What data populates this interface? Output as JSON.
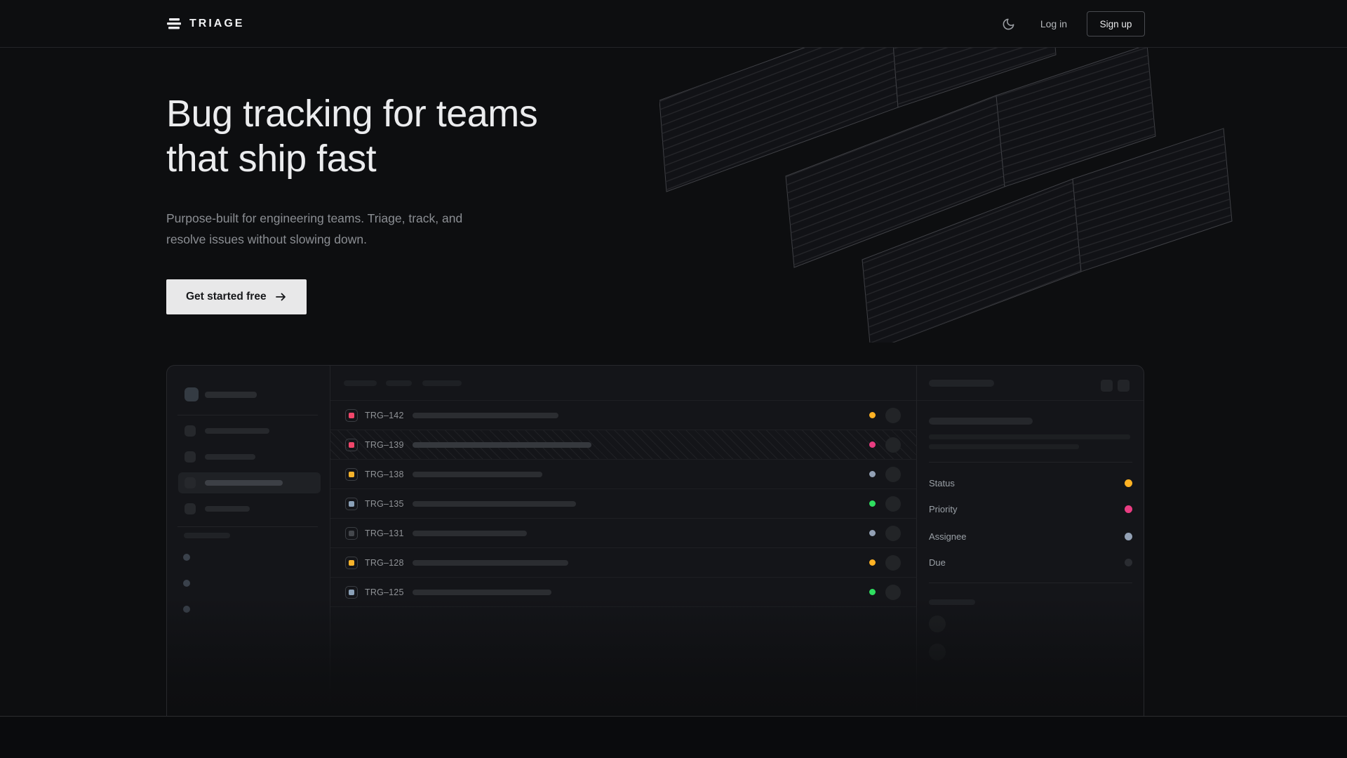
{
  "nav": {
    "brand": "TRIAGE",
    "login_label": "Log in",
    "signup_label": "Sign up"
  },
  "hero": {
    "title_line1": "Bug tracking for teams",
    "title_line2": "that ship fast",
    "subtitle_line1": "Purpose-built for engineering teams. Triage, track, and",
    "subtitle_line2": "resolve issues without slowing down.",
    "cta_label": "Get started free"
  },
  "app_preview": {
    "issues": [
      {
        "id": "TRG–142",
        "type_color": "#f0466a",
        "status_color": "#ffb224",
        "title_bar_width": 208,
        "hatched": false
      },
      {
        "id": "TRG–139",
        "type_color": "#f0466a",
        "status_color": "#e93d82",
        "title_bar_width": 255,
        "hatched": true
      },
      {
        "id": "TRG–138",
        "type_color": "#f7b32b",
        "status_color": "#93a1b5",
        "title_bar_width": 185,
        "hatched": false
      },
      {
        "id": "TRG–135",
        "type_color": "#8ba1b8",
        "status_color": "#2fdf60",
        "title_bar_width": 233,
        "hatched": false
      },
      {
        "id": "TRG–131",
        "type_color": "#44474c",
        "status_color": "#93a1b5",
        "title_bar_width": 163,
        "hatched": false
      },
      {
        "id": "TRG–128",
        "type_color": "#f7b32b",
        "status_color": "#ffb224",
        "title_bar_width": 222,
        "hatched": false
      },
      {
        "id": "TRG–125",
        "type_color": "#8ba1b8",
        "status_color": "#2fdf60",
        "title_bar_width": 198,
        "hatched": false
      }
    ],
    "detail_panel": {
      "fields": [
        {
          "label": "Status",
          "dot_color": "#ffb224"
        },
        {
          "label": "Priority",
          "dot_color": "#e93d82"
        },
        {
          "label": "Assignee",
          "dot_color": "#93a1b5"
        },
        {
          "label": "Due",
          "dot_color": "#2a2c31"
        }
      ]
    }
  },
  "colors": {
    "accent_amber": "#ffb224",
    "accent_pink": "#e93d82",
    "accent_green": "#2fdf60",
    "accent_slate": "#93a1b5",
    "accent_rose": "#f0466a"
  }
}
